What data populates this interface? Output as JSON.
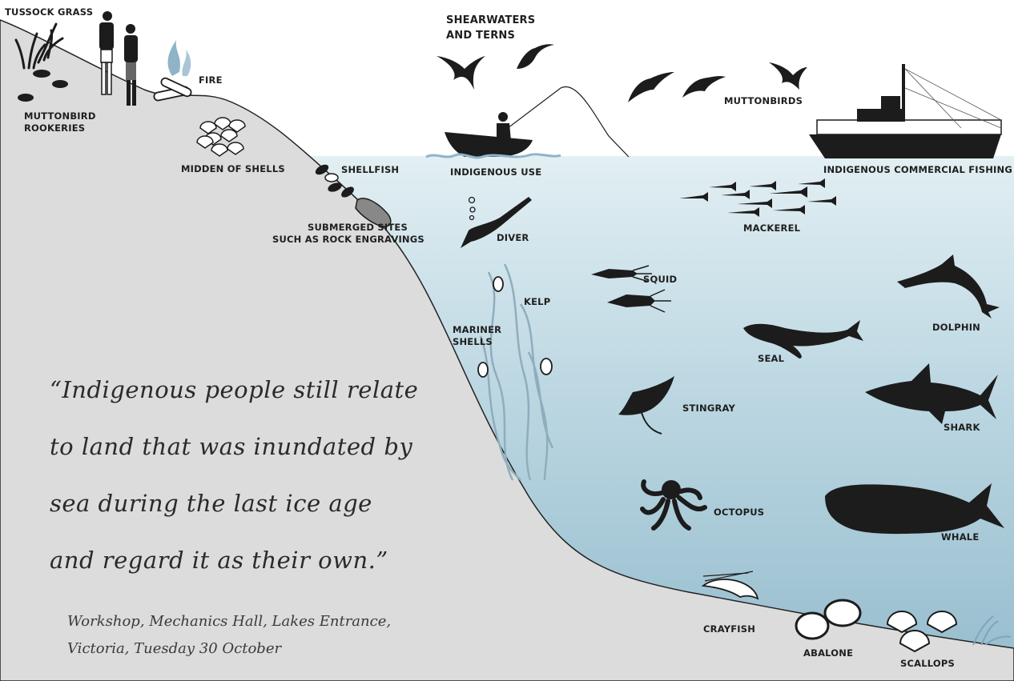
{
  "labels": {
    "tussock_grass": "TUSSOCK GRASS",
    "muttonbird_rookeries_1": "MUTTONBIRD",
    "muttonbird_rookeries_2": "ROOKERIES",
    "fire": "FIRE",
    "midden": "MIDDEN OF SHELLS",
    "shellfish": "SHELLFISH",
    "submerged_1": "SUBMERGED SITES",
    "submerged_2": "SUCH AS ROCK ENGRAVINGS",
    "shearwaters_1": "SHEARWATERS",
    "shearwaters_2": "AND TERNS",
    "indigenous_use": "INDIGENOUS USE",
    "muttonbirds": "MUTTONBIRDS",
    "commercial_fishing": "INDIGENOUS COMMERCIAL FISHING",
    "diver": "DIVER",
    "mackerel": "MACKEREL",
    "squid": "SQUID",
    "kelp": "KELP",
    "mariner_shells_1": "MARINER",
    "mariner_shells_2": "SHELLS",
    "dolphin": "DOLPHIN",
    "seal": "SEAL",
    "stingray": "STINGRAY",
    "shark": "SHARK",
    "octopus": "OCTOPUS",
    "whale": "WHALE",
    "crayfish": "CRAYFISH",
    "abalone": "ABALONE",
    "scallops": "SCALLOPS"
  },
  "quote": {
    "line1": "“Indigenous people still relate",
    "line2": "to land that was inundated by",
    "line3": "sea during the last ice age",
    "line4": "and regard it as their own.”"
  },
  "caption": {
    "line1": "Workshop, Mechanics Hall, Lakes Entrance,",
    "line2": "Victoria, Tuesday 30 October"
  },
  "colors": {
    "land": "#dcdcdc",
    "sea_top": "#dcecf0",
    "sea_bottom": "#9fc3d2",
    "silhouette": "#1c1c1c",
    "kelp": "#9ab4c2"
  }
}
